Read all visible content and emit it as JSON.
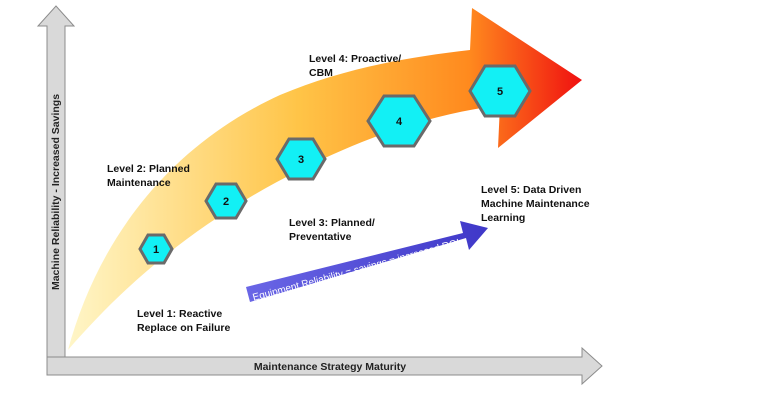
{
  "axes": {
    "y_label": "Machine Reliability - Increased Savings",
    "x_label": "Maintenance Strategy Maturity"
  },
  "levels": [
    {
      "number": "1",
      "line1": "Level 1: Reactive",
      "line2": "Replace on Failure"
    },
    {
      "number": "2",
      "line1": "Level 2: Planned",
      "line2": "Maintenance"
    },
    {
      "number": "3",
      "line1": "Level 3: Planned/",
      "line2": "Preventative"
    },
    {
      "number": "4",
      "line1": "Level 4: Proactive/",
      "line2": "CBM"
    },
    {
      "number": "5",
      "line1": "Level 5: Data Driven",
      "line2": "Machine Maintenance",
      "line3": "Learning"
    }
  ],
  "roi_arrow": {
    "text": "Equipment Reliability = savings = increased  ROI"
  },
  "colors": {
    "arrow_start": "#fff6c8",
    "arrow_mid": "#ffc447",
    "arrow_end": "#f01010",
    "hexagon_fill": "#12f0f5",
    "hexagon_border": "#6a6a6a",
    "axis_fill": "#d9d9d9",
    "axis_border": "#8c8c8c",
    "roi_arrow": "#5b55d8"
  }
}
